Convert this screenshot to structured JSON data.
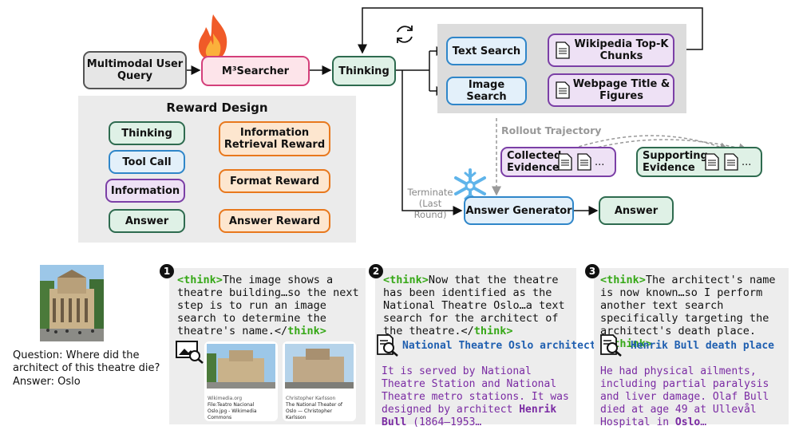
{
  "diagram": {
    "user_query": "Multimodal User Query",
    "searcher": "M³Searcher",
    "thinking": "Thinking",
    "text_search": "Text Search",
    "image_search": "Image Search",
    "wiki": "Wikipedia Top-K Chunks",
    "webpage": "Webpage Title & Figures",
    "reward_title": "Reward Design",
    "reward_left": [
      "Thinking",
      "Tool Call",
      "Information",
      "Answer"
    ],
    "reward_right": [
      "Information Retrieval Reward",
      "Format Reward",
      "Answer Reward"
    ],
    "rollout": "Rollout Trajectory",
    "collected": "Collected Evidence",
    "supporting": "Supporting Evidence",
    "terminate": "Terminate (Last Round)",
    "answer_generator": "Answer Generator",
    "answer": "Answer",
    "ellipsis": "..."
  },
  "example": {
    "question": "Question: Where did the architect of this theatre die?",
    "answer": "Answer: Oslo",
    "steps": [
      {
        "num": "1",
        "think_open": "<think>",
        "think_body": "The image shows a theatre building…so the next step is to run an image search to determine the theatre's name.</",
        "think_close": "think>",
        "results": [
          {
            "source": "Wikimedia.org",
            "title": "File:Teatro Nacional Oslo.jpg - Wikimedia Commons"
          },
          {
            "source": "Christopher Karlsson",
            "title": "The National Theater of Oslo — Christopher Karlsson"
          }
        ]
      },
      {
        "num": "2",
        "think_open": "<think>",
        "think_body": "Now that the theatre has been identified as the National Theatre Oslo…a text search for the architect of the theatre.</",
        "think_close": "think>",
        "query": "National Theatre Oslo architect",
        "result_pre": "It is served by National Theatre Station and National Theatre metro stations. It was designed by architect ",
        "result_bold": "Henrik Bull",
        "result_post": " (1864–1953…"
      },
      {
        "num": "3",
        "think_open": "<think>",
        "think_body": "The architect's name is now known…so I perform another text search specifically targeting the architect's death place.</",
        "think_close": "think>",
        "query": "Henrik Bull death place",
        "result_pre": "He had physical ailments, including partial paralysis and liver damage. Olaf Bull died at age 49 at Ullevål Hospital in ",
        "result_bold": "Oslo",
        "result_post": "…"
      }
    ]
  },
  "colors": {
    "green": "#2e6b4f",
    "pink": "#d43f7a",
    "blue": "#2f86c9",
    "purple": "#7b3fa6",
    "orange": "#e8781d",
    "gray_panel": "#dcdcdc",
    "think_green": "#36a817"
  }
}
